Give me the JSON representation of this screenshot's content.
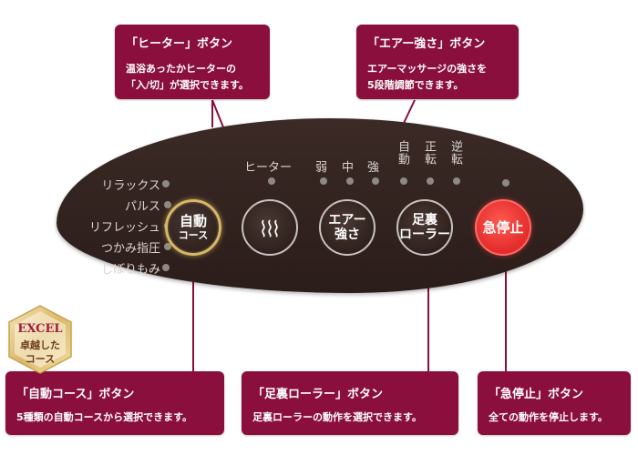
{
  "callouts": {
    "heater": {
      "title": "「ヒーター」ボタン",
      "desc": [
        "温浴あったかヒーターの",
        "「入/切」が選択できます。"
      ]
    },
    "air": {
      "title": "「エアー強さ」ボタン",
      "desc": [
        "エアーマッサージの強さを",
        "5段階調節できます。"
      ]
    },
    "auto": {
      "title": "「自動コース」ボタン",
      "desc": [
        "5種類の自動コースから選択できます。"
      ]
    },
    "roller": {
      "title": "「足裏ローラー」ボタン",
      "desc": [
        "足裏ローラーの動作を選択できます。"
      ]
    },
    "stop": {
      "title": "「急停止」ボタン",
      "desc": [
        "全ての動作を停止します。"
      ]
    }
  },
  "panel": {
    "courses": [
      "リラックス",
      "パルス",
      "リフレッシュ",
      "つかみ指圧",
      "しぼりもみ"
    ],
    "heater_label": "ヒーター",
    "strength_labels": [
      "弱",
      "中",
      "強"
    ],
    "auto_label": "自動",
    "forward_label": "正転",
    "reverse_label": "逆転",
    "buttons": {
      "auto": [
        "自動",
        "コース"
      ],
      "heater_icon": "SSS",
      "air": [
        "エアー",
        "強さ"
      ],
      "roller": [
        "足裏",
        "ローラー"
      ],
      "stop": "急停止"
    }
  },
  "badge": {
    "line1": "EXCEL",
    "line2": "卓越した",
    "line3": "コース"
  },
  "colors": {
    "callout": "#8a0f3c",
    "panel": "#2b1d1a",
    "stop": "#e32b2a",
    "gold": "#d8b766"
  }
}
